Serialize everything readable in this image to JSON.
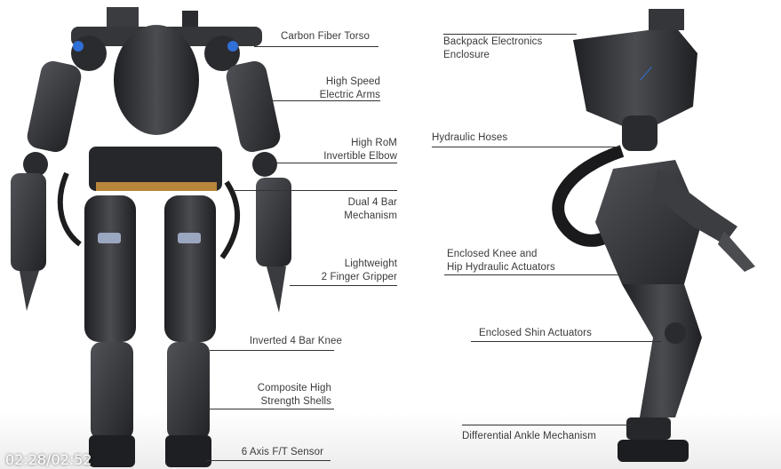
{
  "callouts_front": [
    {
      "id": "carbon-fiber-torso",
      "label": "Carbon Fiber Torso"
    },
    {
      "id": "high-speed-electric-arms",
      "label": "High Speed\nElectric Arms"
    },
    {
      "id": "high-rom-invertible-elbow",
      "label": "High RoM\nInvertible Elbow"
    },
    {
      "id": "dual-4-bar-mechanism",
      "label": "Dual 4 Bar\nMechanism"
    },
    {
      "id": "lightweight-2-finger-gripper",
      "label": "Lightweight\n2 Finger Gripper"
    },
    {
      "id": "inverted-4-bar-knee",
      "label": "Inverted 4 Bar Knee"
    },
    {
      "id": "composite-high-strength-shells",
      "label": "Composite High\nStrength Shells"
    },
    {
      "id": "6-axis-ft-sensor",
      "label": "6 Axis F/T Sensor"
    }
  ],
  "callouts_side": [
    {
      "id": "backpack-electronics-enclosure",
      "label": "Backpack Electronics\nEnclosure"
    },
    {
      "id": "hydraulic-hoses",
      "label": "Hydraulic Hoses"
    },
    {
      "id": "enclosed-knee-hip-actuators",
      "label": "Enclosed Knee and\nHip Hydraulic Actuators"
    },
    {
      "id": "enclosed-shin-actuators",
      "label": "Enclosed Shin Actuators"
    },
    {
      "id": "differential-ankle-mechanism",
      "label": "Differential Ankle Mechanism"
    }
  ],
  "video": {
    "timestamp": "02:28/02:52"
  },
  "colors": {
    "robot_dark": "#2c2d30",
    "robot_mid": "#45474b",
    "accent_blue": "#2f6fd6",
    "accent_orange": "#d98a2b",
    "leader_line": "#333333",
    "label_text": "#3a3a3a"
  }
}
